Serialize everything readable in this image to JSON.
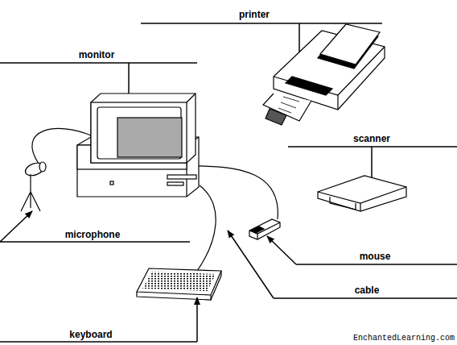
{
  "diagram": {
    "labels": [
      "printer",
      "monitor",
      "scanner",
      "microphone",
      "mouse",
      "cable",
      "keyboard",
      "EnchantedLearning.com"
    ]
  }
}
